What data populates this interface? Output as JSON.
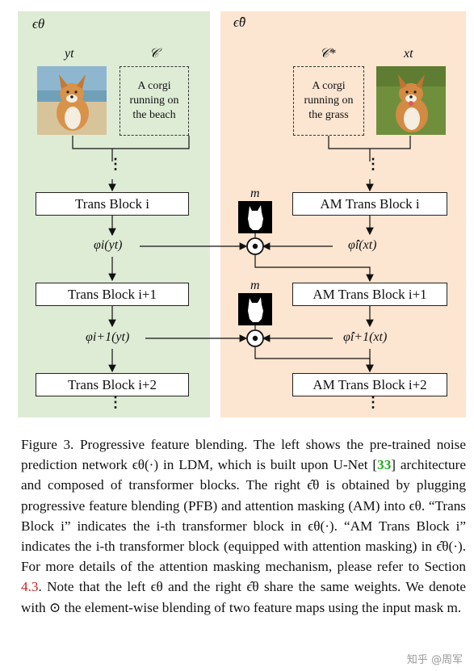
{
  "figure": {
    "left_title": "ϵθ",
    "right_title": "ϵ̂θ",
    "left_image_label": "yt",
    "left_text_label": "𝒞",
    "left_text": "A corgi running on the beach",
    "right_text_label": "𝒞*",
    "right_image_label": "xt",
    "right_text": "A corgi running on the grass",
    "left_blocks": [
      "Trans Block i",
      "Trans Block i+1",
      "Trans Block i+2"
    ],
    "right_blocks": [
      "AM Trans Block  i",
      "AM Trans Block  i+1",
      "AM Trans Block  i+2"
    ],
    "left_features": [
      "φi(yt)",
      "φi+1(yt)"
    ],
    "right_features": [
      "φ̂i(xt)",
      "φ̂i+1(xt)"
    ],
    "mask_label": "m",
    "vdots": "⋮"
  },
  "caption": {
    "figure_label": "Figure 3.",
    "title": "Progressive feature blending.",
    "s1a": "The left shows the pre-trained noise prediction network ϵθ(·) in LDM, which is built upon U-Net [",
    "ref1": "33",
    "s1b": "] architecture and composed of transformer blocks. The right ϵ̂θ is obtained by plugging progressive feature blending (PFB) and attention masking (AM) into ϵθ. “Trans Block i” indicates the i-th transformer block in ϵθ(·). “AM Trans Block i” indicates the i-th transformer block (equipped with attention masking) in ϵ̂θ(·). For more details of the attention masking mechanism, please refer to Section ",
    "ref2": "4.3",
    "s1c": ". Note that the left ϵθ and the right ϵ̂θ share the same weights. We denote with ⊙ the element-wise blending of two feature maps using the input mask m."
  },
  "watermark": "知乎 @周军"
}
